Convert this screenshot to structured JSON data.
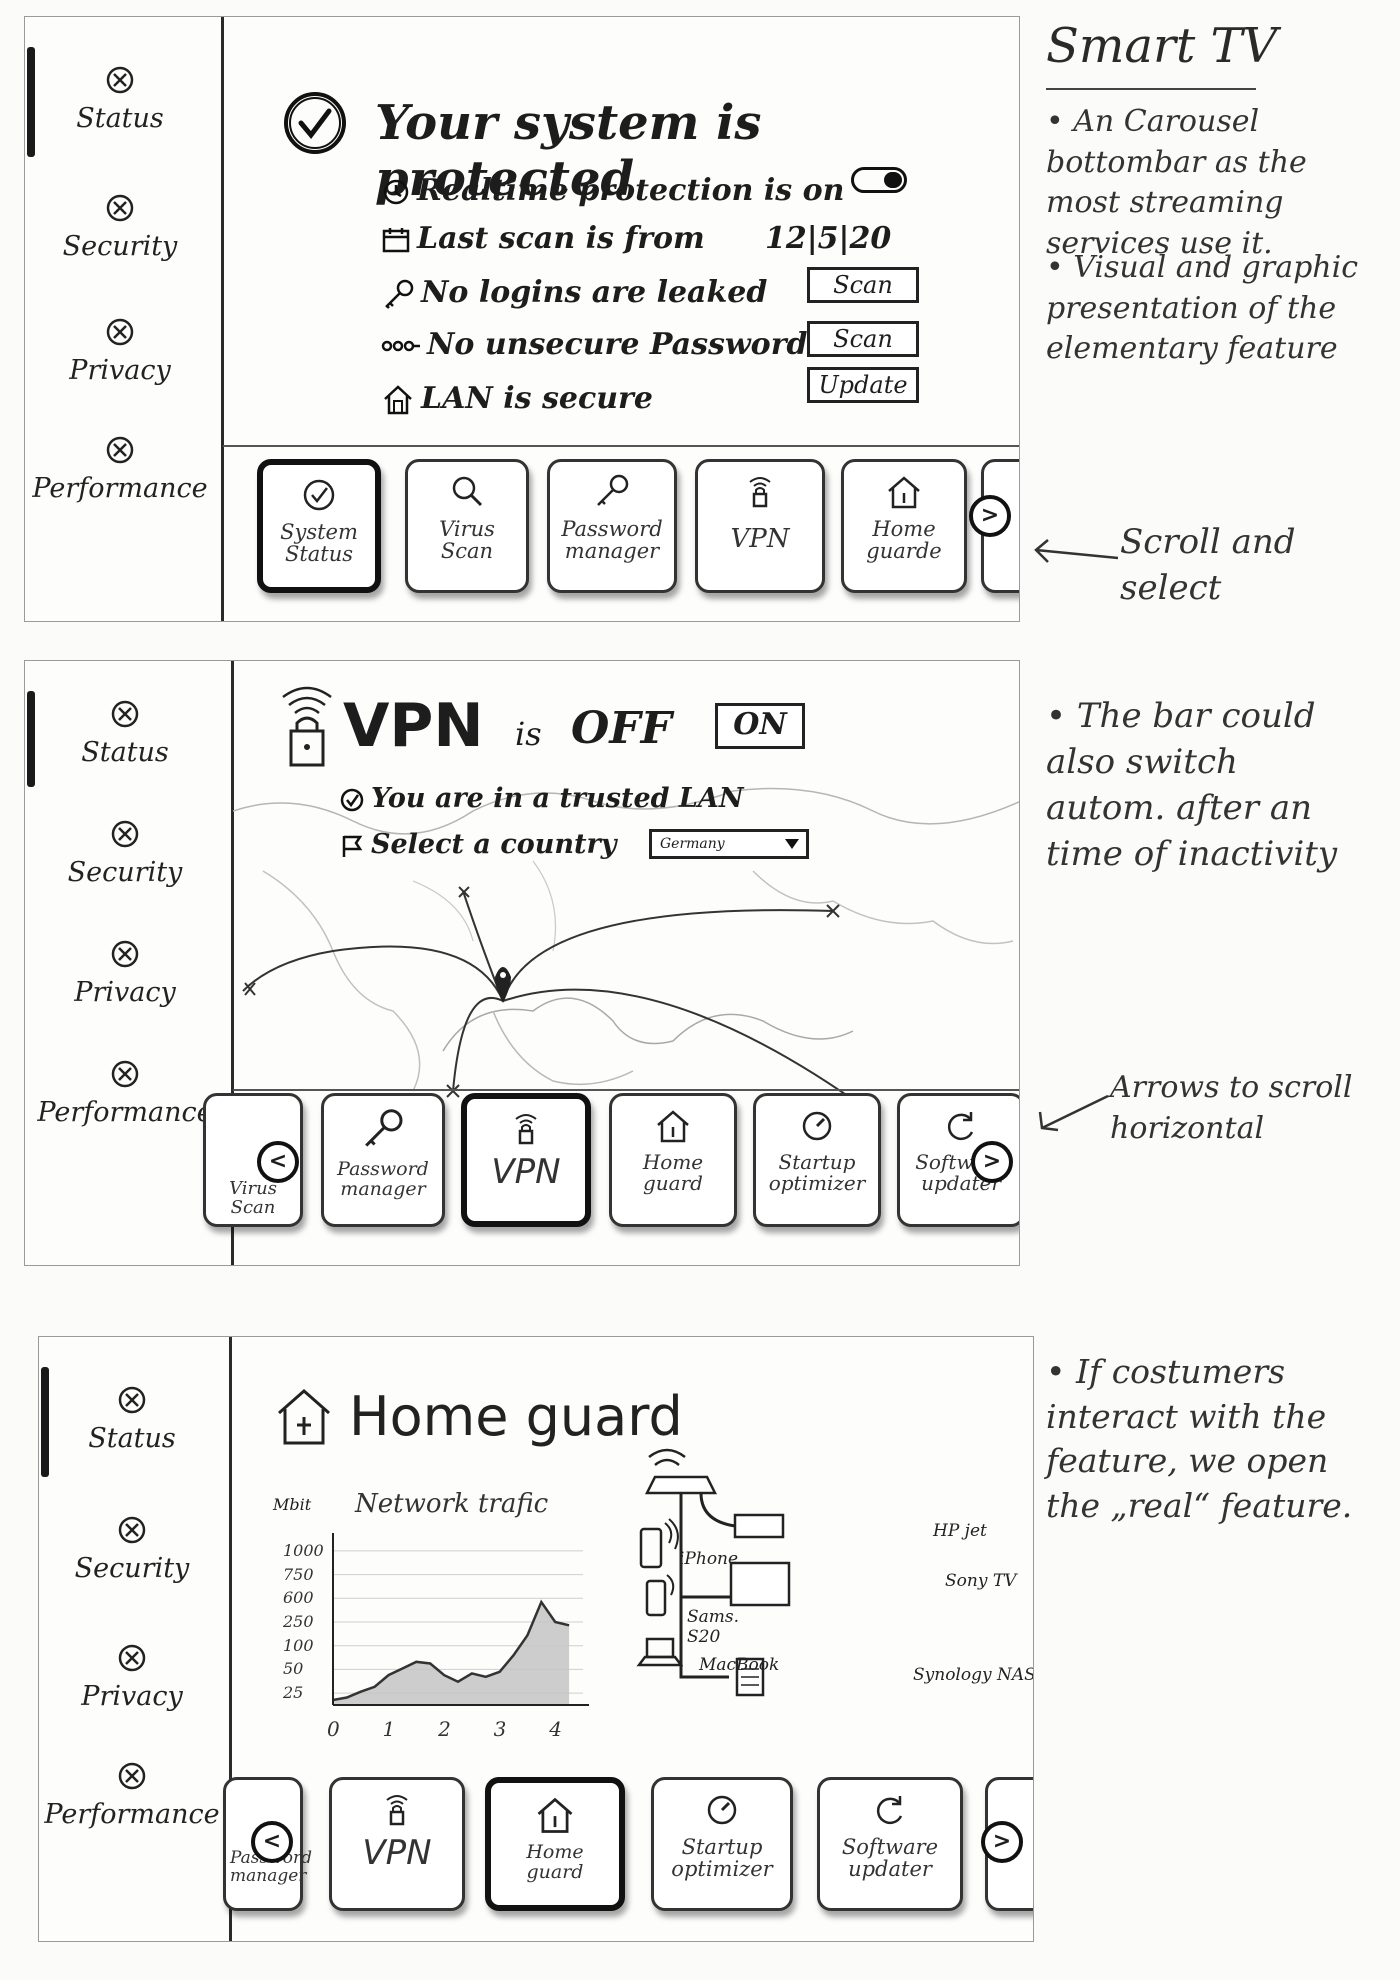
{
  "sidebar": {
    "items": [
      {
        "label": "Status"
      },
      {
        "label": "Security"
      },
      {
        "label": "Privacy"
      },
      {
        "label": "Performance"
      }
    ]
  },
  "panel1": {
    "title": "Your system is protected",
    "rows": [
      {
        "text": "Realtime protection is on"
      },
      {
        "text": "Last scan is from",
        "value": "12|5|20"
      },
      {
        "text": "No logins are leaked"
      },
      {
        "text": "No unsecure Passwords"
      },
      {
        "text": "LAN is secure"
      }
    ],
    "buttons": {
      "scan1": "Scan",
      "scan2": "Scan",
      "update": "Update"
    },
    "toggle_on": true,
    "carousel": [
      {
        "label": "System Status",
        "selected": true
      },
      {
        "label": "Virus Scan"
      },
      {
        "label": "Password manager"
      },
      {
        "label": "VPN"
      },
      {
        "label": "Home guarde"
      }
    ]
  },
  "panel2": {
    "title_main": "VPN",
    "title_is": "is",
    "title_state": "OFF",
    "on_button": "ON",
    "trusted": "You are in a trusted LAN",
    "select_country": "Select a country",
    "country_value": "Germany",
    "carousel": [
      {
        "label": "Virus Scan"
      },
      {
        "label": "Password manager"
      },
      {
        "label": "VPN",
        "selected": true
      },
      {
        "label": "Home guard"
      },
      {
        "label": "Startup optimizer"
      },
      {
        "label": "Software updater"
      }
    ]
  },
  "panel3": {
    "title": "Home guard",
    "chart_data": {
      "type": "area",
      "title": "Network trafic",
      "ylabel": "Mbit",
      "y_ticks": [
        "1000",
        "750",
        "600",
        "250",
        "100",
        "50",
        "25"
      ],
      "x": [
        0,
        0.25,
        0.5,
        0.75,
        1.0,
        1.25,
        1.5,
        1.75,
        2.0,
        2.25,
        2.5,
        2.75,
        3.0,
        3.25,
        3.5,
        3.75,
        4.0,
        4.25
      ],
      "values": [
        30,
        45,
        80,
        110,
        180,
        220,
        260,
        250,
        180,
        140,
        190,
        170,
        200,
        300,
        420,
        620,
        500,
        480
      ],
      "xlim": [
        0,
        4.5
      ],
      "ylim": [
        0,
        1000
      ],
      "x_ticks": [
        "0",
        "1",
        "2",
        "3",
        "4"
      ]
    },
    "devices": [
      "iPhone",
      "Sams. S20",
      "MacBook",
      "HP jet",
      "Sony TV",
      "Synology NAS"
    ],
    "carousel": [
      {
        "label": "Password manager"
      },
      {
        "label": "VPN"
      },
      {
        "label": "Home guard",
        "selected": true
      },
      {
        "label": "Startup optimizer"
      },
      {
        "label": "Software updater"
      }
    ]
  },
  "notes": {
    "heading": "Smart TV",
    "n1": "• An Carousel bottombar as the most streaming services use it.",
    "n2": "• Visual and graphic presentation of the elementary feature",
    "n3": "Scroll and select",
    "n4": "• The bar could also switch autom. after an time of inactivity",
    "n5": "Arrows to scroll horizontal",
    "n6": "• If costumers interact with the feature, we open the „real“ feature."
  }
}
